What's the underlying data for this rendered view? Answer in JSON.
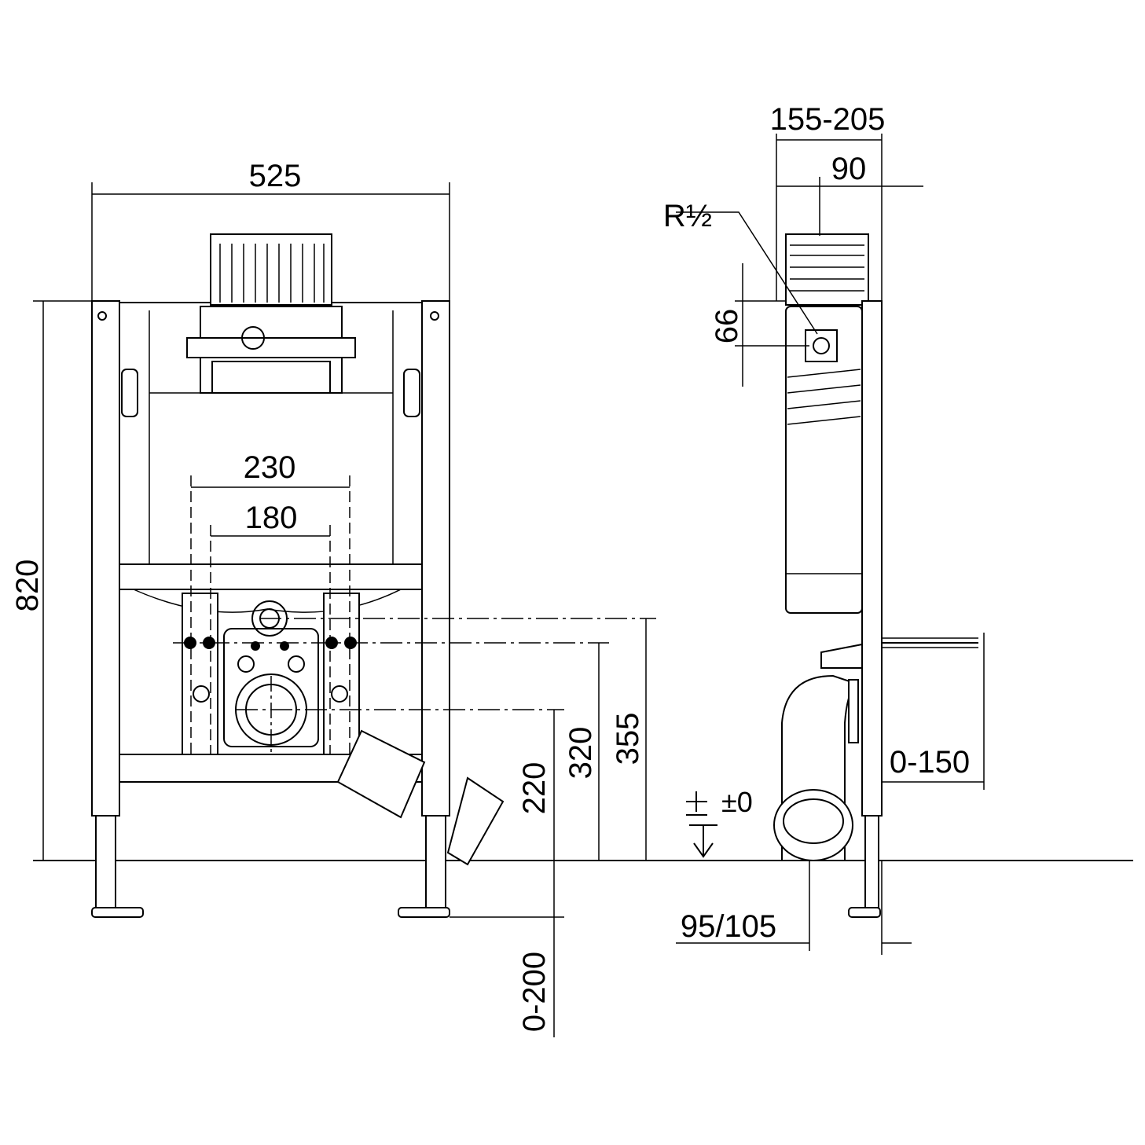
{
  "title": "WC installation frame dimension drawing",
  "front_view": {
    "width": "525",
    "flush_bolt_spacing_outer": "230",
    "flush_bolt_spacing_inner": "180",
    "total_height": "820",
    "drain_height": "220",
    "bolt_height": "320",
    "supply_height": "355",
    "foot_adjustment": "0-200"
  },
  "side_view": {
    "depth_range": "155-205",
    "cistern_depth": "90",
    "thread": "R½",
    "inlet_offset": "66",
    "bolt_projection": "0-150",
    "floor_level": "±0",
    "drain_offset": "95/105"
  }
}
